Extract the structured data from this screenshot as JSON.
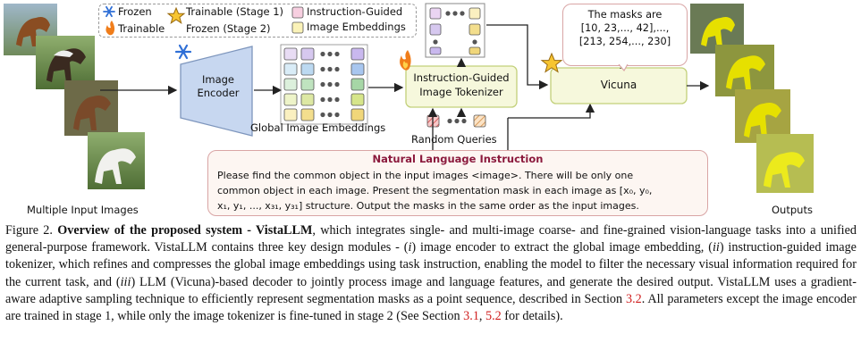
{
  "legend": {
    "frozen": "Frozen",
    "trainable": "Trainable",
    "trainable_stage1": "Trainable (Stage 1)",
    "frozen_stage2": "Frozen (Stage 2)",
    "instruction_guided": "Instruction-Guided",
    "image_embeddings": "Image Embeddings"
  },
  "diagram": {
    "image_encoder": [
      "Image",
      "Encoder"
    ],
    "global_embeddings": "Global Image Embeddings",
    "tokenizer": [
      "Instruction-Guided",
      "Image Tokenizer"
    ],
    "random_queries": "Random Queries",
    "vicuna": "Vicuna",
    "inputs_label": "Multiple Input Images",
    "outputs_label": "Outputs",
    "masks": [
      "The masks are",
      "[10, 23,..., 42],...,",
      "[213, 254,..., 230]"
    ],
    "nli_title": "Natural Language Instruction",
    "nli_lines": [
      "Please find the common object in the input images <image>. There will be only one",
      "common object in each image. Present the segmentation mask in each image as [x₀, y₀,",
      "x₁, y₁, ..., x₃₁, y₃₁] structure. Output the masks in the same order as the input images."
    ]
  },
  "colors": {
    "frozen": "#2f6fd6",
    "trainable": "#f07d1a",
    "encoder_fill": "#c7d7f0",
    "vicuna_fill": "#f6f8dc",
    "vicuna_border": "#c2d07a",
    "mask_yellow": "#e6e000",
    "star": "#f7c531"
  }
}
